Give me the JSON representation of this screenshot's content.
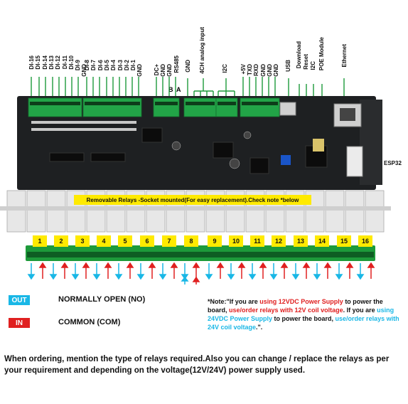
{
  "top_labels": {
    "di_left": [
      "DI-16",
      "DI-15",
      "DI-14",
      "DI-13",
      "DI-12",
      "DI-11",
      "DI-10",
      "DI-9",
      "GND"
    ],
    "di_right": [
      "DI-8",
      "DI-7",
      "DI-6",
      "DI-5",
      "DI-4",
      "DI-3",
      "DI-2",
      "DI-1",
      "GND"
    ],
    "power_rs485": [
      "DC+",
      "GND",
      "GND",
      "RS485"
    ],
    "rs485_b": "B",
    "rs485_a": "A",
    "gnd_single": "GND",
    "analog": "4CH analog input",
    "i2c_top": "I2C",
    "uart": [
      "+5V",
      "TXD",
      "RXD",
      "GND",
      "GND",
      "GND"
    ],
    "usb": "USB",
    "download": "Download",
    "reset": "Reset",
    "i2c_right": "I2C",
    "poe": "POE Module",
    "ethernet": "Ethernet"
  },
  "esp_label": "ESP32",
  "banner_text": "Removable Relays -Socket mounted(For easy replacement).Check note *below",
  "relay_numbers": [
    "1",
    "2",
    "3",
    "4",
    "5",
    "6",
    "7",
    "8",
    "9",
    "10",
    "11",
    "12",
    "13",
    "14",
    "15",
    "16"
  ],
  "legend": {
    "out_tag": "OUT",
    "out_text": "NORMALLY OPEN (NO)",
    "in_tag": "IN",
    "in_text": "COMMON (COM)"
  },
  "note": {
    "p1": "*Note:\"If you are ",
    "p2": "using 12VDC Power Supply",
    "p3": " to power the board, ",
    "p4": "use/order relays with 12V coil voltage",
    "p5": ". If you are ",
    "p6": "using 24VDC Power Supply",
    "p7": " to power the board, ",
    "p8": "use/order relays with 24V coil voltage",
    "p9": ".\"."
  },
  "bottom_text": "When ordering, mention the type of relays required.Also you can change / replace the relays as per your requirement and depending on the voltage(12V/24V) power supply used.",
  "colors": {
    "out": "#19b7e6",
    "in": "#e02020",
    "banner": "#ffea00",
    "terminal_green": "#1d9a3a",
    "board": "#202224"
  }
}
